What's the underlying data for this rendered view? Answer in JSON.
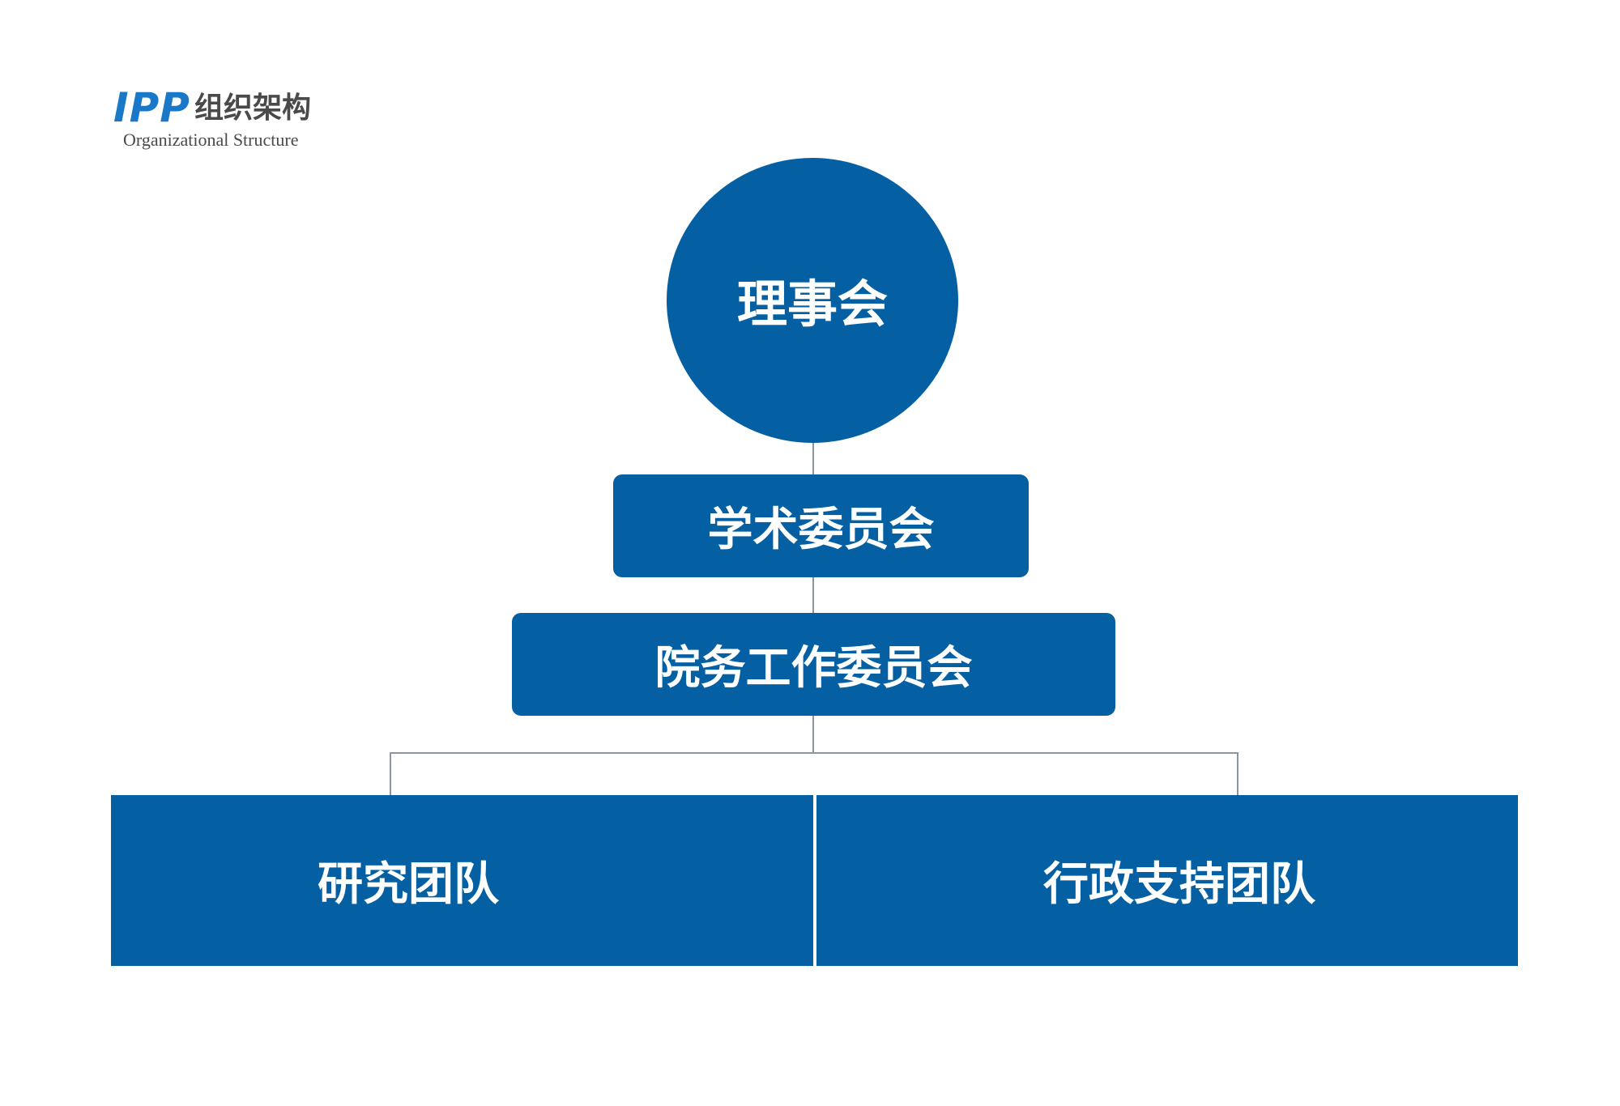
{
  "header": {
    "logo": "IPP",
    "title": "组织架构",
    "subtitle": "Organizational Structure"
  },
  "org_chart": {
    "root": "理事会",
    "level_2": "学术委员会",
    "level_3": "院务工作委员会",
    "teams": [
      "研究团队",
      "行政支持团队"
    ]
  },
  "colors": {
    "node_fill": "#0460a3",
    "node_text": "#ffffff",
    "connector": "#8c96a0",
    "logo": "#1a78c8",
    "header_text": "#4a4a4a"
  }
}
